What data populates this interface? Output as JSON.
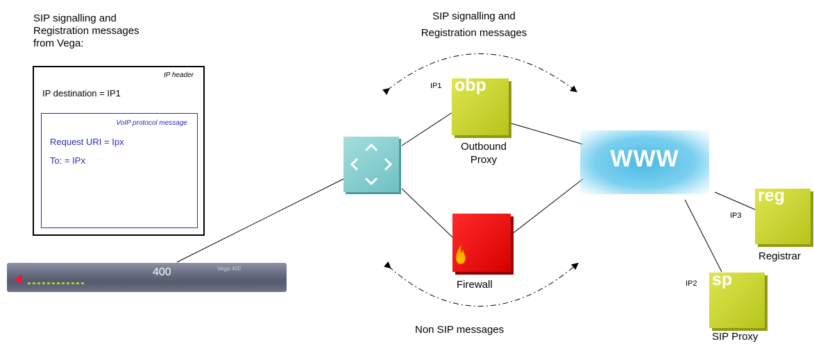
{
  "packet_title": "SIP signalling and\nRegistration messages\nfrom Vega:",
  "packet": {
    "ip_header_label": "IP header",
    "ip_destination": "IP destination = IP1",
    "voip_label": "VoIP protocol message",
    "request_uri": "Request URI = Ipx",
    "to_field": "To: = IPx"
  },
  "top_caption": "SIP signalling and\nRegistration messages",
  "bottom_caption": "Non SIP messages",
  "vega": {
    "model": "400",
    "small_text": "Vega 400"
  },
  "outbound_proxy": {
    "cube_label": "obp",
    "ip": "IP1",
    "caption_line1": "Outbound",
    "caption_line2": "Proxy"
  },
  "firewall": {
    "caption": "Firewall"
  },
  "internet": {
    "label": "WWW"
  },
  "registrar": {
    "cube_label": "reg",
    "ip": "IP3",
    "caption": "Registrar"
  },
  "sip_proxy": {
    "cube_label": "sp",
    "ip": "IP2",
    "caption": "SIP Proxy"
  },
  "router": {
    "glyph": "◇"
  }
}
